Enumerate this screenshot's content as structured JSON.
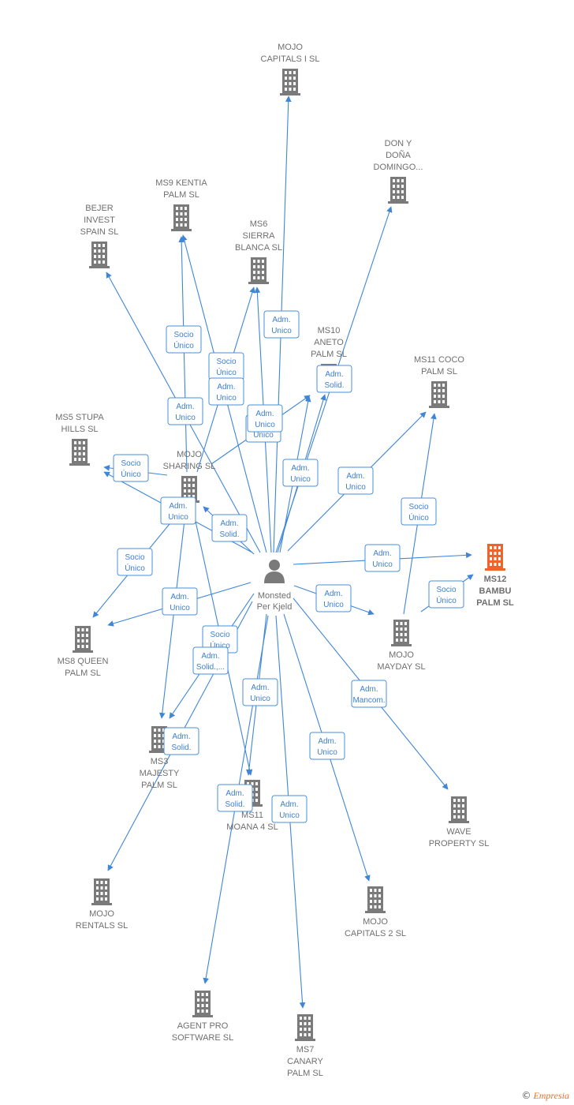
{
  "center": {
    "id": "person",
    "label": [
      "Monsted",
      "Per Kjeld"
    ],
    "icon": "person-icon"
  },
  "colors": {
    "edge": "#3f86d8",
    "building": "#7a7a7a",
    "highlight": "#f0642c",
    "label": "#6f6f6f"
  },
  "nodes": [
    {
      "id": "mojo-capitals-i",
      "label": [
        "MOJO",
        "CAPITALS I  SL"
      ]
    },
    {
      "id": "don-y-dona",
      "label": [
        "DON Y",
        "DOÑA",
        "DOMINGO..."
      ]
    },
    {
      "id": "ms9-kentia",
      "label": [
        "MS9 KENTIA",
        "PALM  SL"
      ]
    },
    {
      "id": "bejer",
      "label": [
        "BEJER",
        "INVEST",
        "SPAIN  SL"
      ]
    },
    {
      "id": "ms6-sierra",
      "label": [
        "MS6",
        "SIERRA",
        "BLANCA  SL"
      ]
    },
    {
      "id": "ms10-aneto",
      "label": [
        "MS10",
        "ANETO",
        "PALM  SL"
      ]
    },
    {
      "id": "ms11-coco",
      "label": [
        "MS11 COCO",
        "PALM  SL"
      ]
    },
    {
      "id": "ms5-stupa",
      "label": [
        "MS5 STUPA",
        "HILLS  SL"
      ]
    },
    {
      "id": "mojo-sharing",
      "label": [
        "MOJO",
        "SHARING  SL"
      ]
    },
    {
      "id": "ms12-bambu",
      "label": [
        "MS12",
        "BAMBU",
        "PALM  SL"
      ],
      "highlight": true
    },
    {
      "id": "ms8-queen",
      "label": [
        "MS8 QUEEN",
        "PALM  SL"
      ]
    },
    {
      "id": "mojo-mayday",
      "label": [
        "MOJO",
        "MAYDAY  SL"
      ]
    },
    {
      "id": "ms3-majesty",
      "label": [
        "MS3",
        "MAJESTY",
        "PALM  SL"
      ]
    },
    {
      "id": "ms11-moana",
      "label": [
        "MS11",
        "MOANA 4  SL"
      ]
    },
    {
      "id": "wave-property",
      "label": [
        "WAVE",
        "PROPERTY  SL"
      ]
    },
    {
      "id": "mojo-rentals",
      "label": [
        "MOJO",
        "RENTALS  SL"
      ]
    },
    {
      "id": "mojo-capitals-2",
      "label": [
        "MOJO",
        "CAPITALS 2  SL"
      ]
    },
    {
      "id": "agent-pro",
      "label": [
        "AGENT PRO",
        "SOFTWARE  SL"
      ]
    },
    {
      "id": "ms7-canary",
      "label": [
        "MS7",
        "CANARY",
        "PALM  SL"
      ]
    }
  ],
  "relation_labels": [
    {
      "id": "r-capitals-i",
      "text": [
        "Adm.",
        "Unico"
      ]
    },
    {
      "id": "r-kentia-socio",
      "text": [
        "Socio",
        "Único"
      ]
    },
    {
      "id": "r-sierra-socio",
      "text": [
        "Socio",
        "Único"
      ]
    },
    {
      "id": "r-sierra-adm",
      "text": [
        "Adm.",
        "Unico"
      ]
    },
    {
      "id": "r-bejer",
      "text": [
        "Adm.",
        "Unico"
      ]
    },
    {
      "id": "r-aneto",
      "text": [
        "Adm.",
        "Solid."
      ]
    },
    {
      "id": "r-aneto-adm",
      "text": [
        "Adm.",
        "Unico"
      ]
    },
    {
      "id": "r-sharing-socio",
      "text": [
        "Socio",
        "Único"
      ]
    },
    {
      "id": "r-don",
      "text": [
        "Adm.",
        "Unico"
      ]
    },
    {
      "id": "r-coco",
      "text": [
        "Adm.",
        "Unico"
      ]
    },
    {
      "id": "r-stupa",
      "text": [
        "Socio",
        "Único"
      ]
    },
    {
      "id": "r-stupa-adm",
      "text": [
        "Adm.",
        "Unico"
      ]
    },
    {
      "id": "r-sharing-solid",
      "text": [
        "Adm.",
        "Solid."
      ]
    },
    {
      "id": "r-coco-socio",
      "text": [
        "Socio",
        "Único"
      ]
    },
    {
      "id": "r-bambu",
      "text": [
        "Adm.",
        "Unico"
      ]
    },
    {
      "id": "r-bambu-socio",
      "text": [
        "Socio",
        "Único"
      ]
    },
    {
      "id": "r-queen-socio",
      "text": [
        "Socio",
        "Único"
      ]
    },
    {
      "id": "r-queen-adm",
      "text": [
        "Adm.",
        "Unico"
      ]
    },
    {
      "id": "r-mayday",
      "text": [
        "Adm.",
        "Unico"
      ]
    },
    {
      "id": "r-majesty-socio",
      "text": [
        "Socio",
        "Único"
      ]
    },
    {
      "id": "r-majesty-multi",
      "text": [
        "Adm.",
        "Solid.,..."
      ]
    },
    {
      "id": "r-moana",
      "text": [
        "Adm.",
        "Unico"
      ]
    },
    {
      "id": "r-wave",
      "text": [
        "Adm.",
        "Mancom."
      ]
    },
    {
      "id": "r-rentals",
      "text": [
        "Adm.",
        "Solid."
      ]
    },
    {
      "id": "r-capitals-2",
      "text": [
        "Adm.",
        "Unico"
      ]
    },
    {
      "id": "r-agent",
      "text": [
        "Adm.",
        "Solid."
      ]
    },
    {
      "id": "r-canary",
      "text": [
        "Adm.",
        "Unico"
      ]
    }
  ],
  "footer": {
    "copyright": "©",
    "brand": "Empresia"
  }
}
